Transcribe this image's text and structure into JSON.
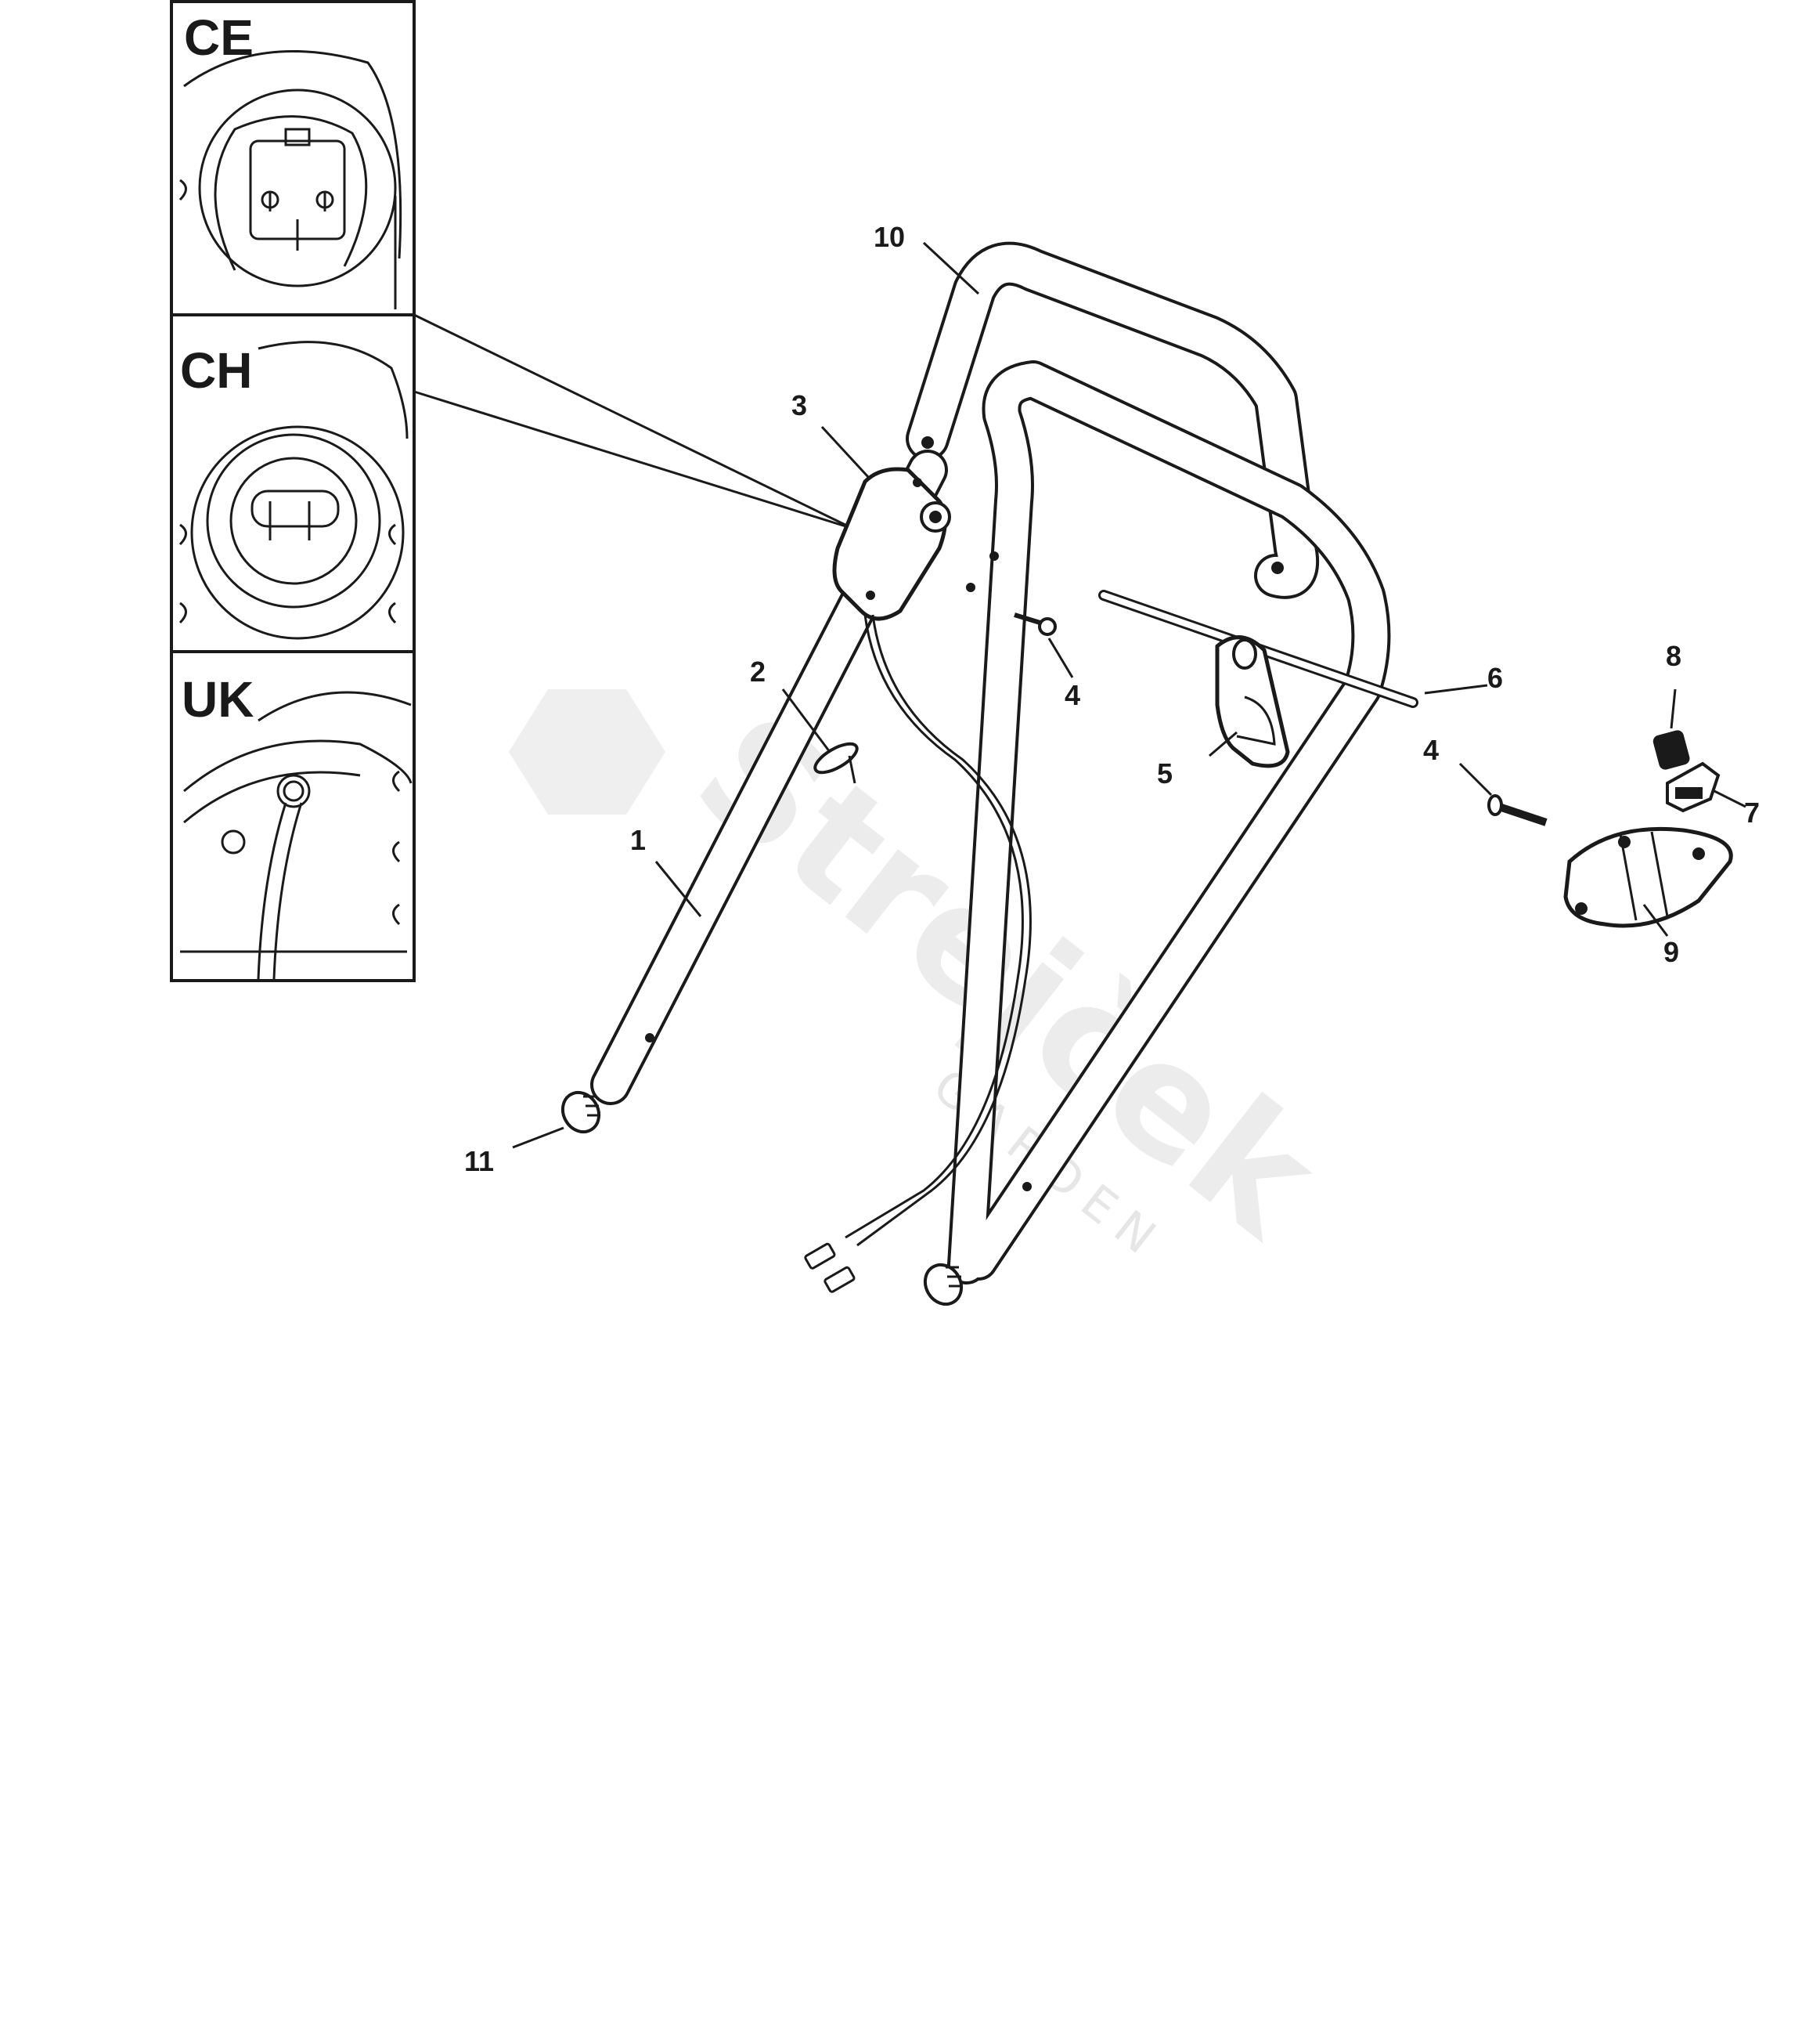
{
  "regions": [
    {
      "code": "CE"
    },
    {
      "code": "CH"
    },
    {
      "code": "UK"
    }
  ],
  "callouts": [
    {
      "id": "c1",
      "label": "1"
    },
    {
      "id": "c2",
      "label": "2"
    },
    {
      "id": "c3",
      "label": "3"
    },
    {
      "id": "c4a",
      "label": "4"
    },
    {
      "id": "c4b",
      "label": "4"
    },
    {
      "id": "c5",
      "label": "5"
    },
    {
      "id": "c6",
      "label": "6"
    },
    {
      "id": "c7",
      "label": "7"
    },
    {
      "id": "c8",
      "label": "8"
    },
    {
      "id": "c9",
      "label": "9"
    },
    {
      "id": "c10",
      "label": "10"
    },
    {
      "id": "c11",
      "label": "11"
    }
  ],
  "watermark": {
    "brand": "Strejček",
    "sub": "GARDEN"
  }
}
